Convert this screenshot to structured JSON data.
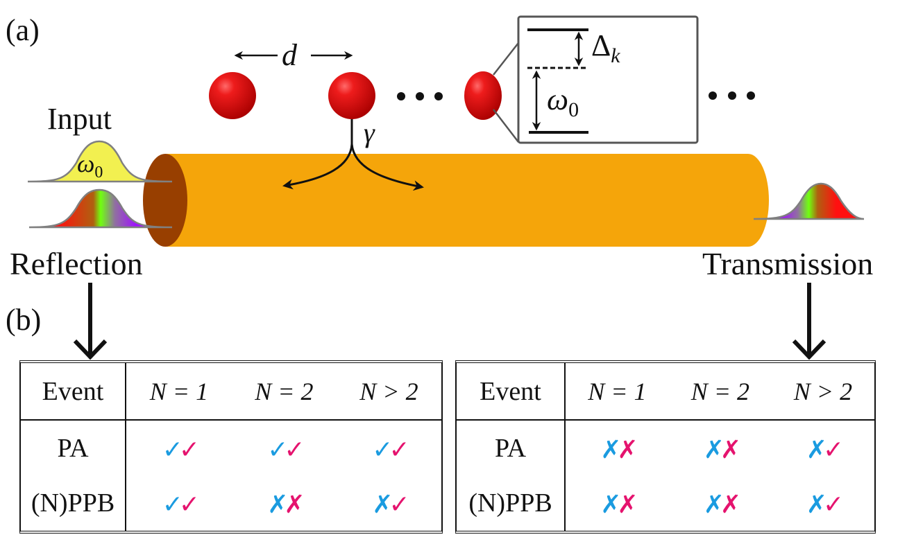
{
  "panel_labels": {
    "a": "(a)",
    "b": "(b)"
  },
  "labels": {
    "spacing": "d",
    "decay": "γ",
    "detuning": "Δ",
    "detuning_sub": "k",
    "frequency": "ω",
    "frequency_sub": "0",
    "input": "Input",
    "input_pulse": "ω",
    "input_pulse_sub": "0",
    "reflection": "Reflection",
    "transmission": "Transmission",
    "ellipsis": "•••"
  },
  "colors": {
    "waveguide": "#F5A50A",
    "waveguide_end": "#983F00",
    "atom": "#D00000",
    "input_pulse": "#F2F050",
    "check_blue": "#1A9BE0",
    "check_pink": "#E5136E"
  },
  "tables": {
    "reflection": {
      "header": [
        "Event",
        "N = 1",
        "N = 2",
        "N > 2"
      ],
      "rows": [
        {
          "event": "PA",
          "cells": [
            [
              "check",
              "check"
            ],
            [
              "check",
              "check"
            ],
            [
              "check",
              "check"
            ]
          ]
        },
        {
          "event": "(N)PPB",
          "cells": [
            [
              "check",
              "check"
            ],
            [
              "cross",
              "cross"
            ],
            [
              "cross",
              "check"
            ]
          ]
        }
      ]
    },
    "transmission": {
      "header": [
        "Event",
        "N = 1",
        "N = 2",
        "N > 2"
      ],
      "rows": [
        {
          "event": "PA",
          "cells": [
            [
              "cross",
              "cross"
            ],
            [
              "cross",
              "cross"
            ],
            [
              "cross",
              "check"
            ]
          ]
        },
        {
          "event": "(N)PPB",
          "cells": [
            [
              "cross",
              "cross"
            ],
            [
              "cross",
              "cross"
            ],
            [
              "cross",
              "check"
            ]
          ]
        }
      ]
    }
  },
  "marks": {
    "check": "✓",
    "cross": "✗"
  }
}
